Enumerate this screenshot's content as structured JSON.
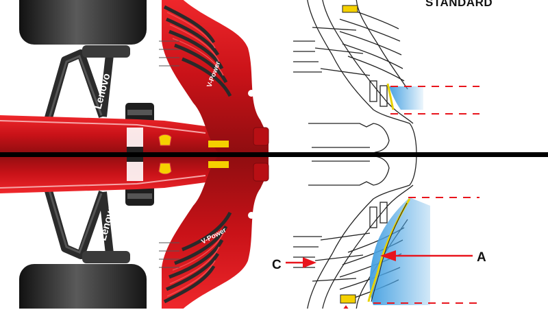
{
  "title": "STANDARD",
  "labels": {
    "a": "A",
    "c": "C"
  },
  "sponsors": {
    "lenovo": "Lenovo",
    "vpower": "V-Power"
  },
  "colors": {
    "ferrari_red": "#d8151b",
    "dark_red": "#8e0d10",
    "highlight_blue": "#5aaee6",
    "annotation_red": "#e8141c",
    "sponsor_yellow": "#f5d100",
    "divider": "#000000"
  }
}
